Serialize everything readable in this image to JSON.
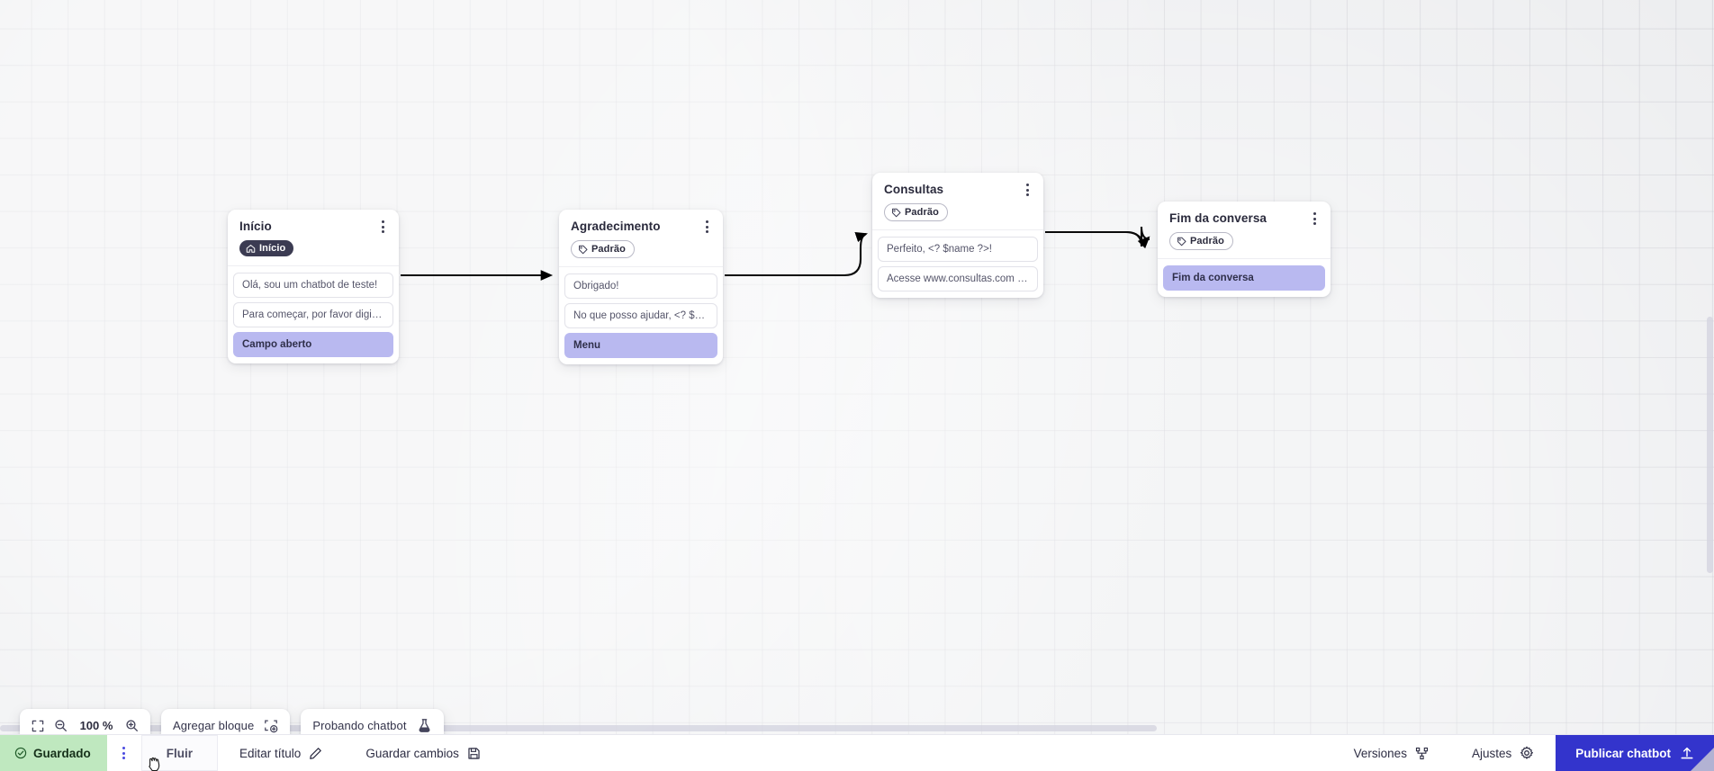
{
  "canvas": {
    "zoom_level": "100 %",
    "nodes": [
      {
        "id": "inicio",
        "title": "Início",
        "badge": {
          "label": "Início",
          "icon": "home-icon",
          "type": "start"
        },
        "messages": [
          {
            "text": "Olá, sou um chatbot de teste!",
            "type": "message"
          },
          {
            "text": "Para começar, por favor digite o ...",
            "type": "message"
          },
          {
            "text": "Campo aberto",
            "type": "action"
          }
        ]
      },
      {
        "id": "agradecimento",
        "title": "Agradecimento",
        "badge": {
          "label": "Padrão",
          "icon": "tag-icon",
          "type": "default"
        },
        "messages": [
          {
            "text": "Obrigado!",
            "type": "message"
          },
          {
            "text": "No que posso ajudar, <? $name ...",
            "type": "message"
          },
          {
            "text": "Menu",
            "type": "action"
          }
        ]
      },
      {
        "id": "consultas",
        "title": "Consultas",
        "badge": {
          "label": "Padrão",
          "icon": "tag-icon",
          "type": "default"
        },
        "messages": [
          {
            "text": "Perfeito, <? $name ?>!",
            "type": "message"
          },
          {
            "text": "Acesse www.consultas.com par...",
            "type": "message"
          }
        ]
      },
      {
        "id": "fim",
        "title": "Fim da conversa",
        "badge": {
          "label": "Padrão",
          "icon": "tag-icon",
          "type": "default"
        },
        "messages": [
          {
            "text": "Fim da conversa",
            "type": "action"
          }
        ]
      }
    ]
  },
  "toolbar": {
    "fit_icon": "fit-screen-icon",
    "zoom_out_icon": "zoom-out-icon",
    "zoom_in_icon": "zoom-in-icon",
    "zoom_value": "100 %",
    "add_block_label": "Agregar bloque",
    "add_block_icon": "add-block-icon",
    "test_chatbot_label": "Probando chatbot",
    "test_chatbot_icon": "flask-icon"
  },
  "bottombar": {
    "saved_label": "Guardado",
    "saved_icon": "check-circle-icon",
    "overflow_icon": "vertical-dots-icon",
    "tab_flow_label": "Fluir",
    "edit_title_label": "Editar título",
    "edit_title_icon": "pencil-icon",
    "save_changes_label": "Guardar cambios",
    "save_changes_icon": "save-disk-icon",
    "versions_label": "Versiones",
    "versions_icon": "branch-icon",
    "settings_label": "Ajustes",
    "settings_icon": "gear-icon",
    "publish_label": "Publicar chatbot",
    "publish_icon": "upload-icon"
  },
  "colors": {
    "accent_blue": "#3334cc",
    "saved_green": "#bfe8bf",
    "action_lilac": "#b9b9f0",
    "badge_dark": "#3b3b52",
    "canvas_bg": "#edeef0"
  }
}
